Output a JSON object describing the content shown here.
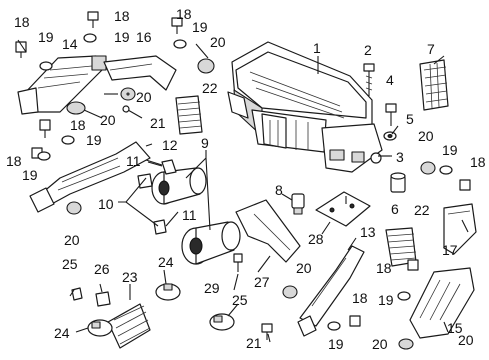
{
  "callouts": {
    "c1": "1",
    "c2": "2",
    "c3": "3",
    "c4": "4",
    "c5": "5",
    "c6": "6",
    "c7": "7",
    "c8": "8",
    "c9": "9",
    "c10": "10",
    "c11a": "11",
    "c11b": "11",
    "c12": "12",
    "c13": "13",
    "c14": "14",
    "c15": "15",
    "c16": "16",
    "c17": "17",
    "c18a": "18",
    "c18b": "18",
    "c18c": "18",
    "c18d": "18",
    "c18e": "18",
    "c18f": "18",
    "c18g": "18",
    "c18h": "18",
    "c19a": "19",
    "c19b": "19",
    "c19c": "19",
    "c19d": "19",
    "c19e": "19",
    "c19f": "19",
    "c19g": "19",
    "c19h": "19",
    "c20a": "20",
    "c20b": "20",
    "c20c": "20",
    "c20d": "20",
    "c20e": "20",
    "c20f": "20",
    "c20g": "20",
    "c20h": "20",
    "c21a": "21",
    "c21b": "21",
    "c22a": "22",
    "c22b": "22",
    "c23": "23",
    "c24a": "24",
    "c24b": "24",
    "c25a": "25",
    "c25b": "25",
    "c26": "26",
    "c27": "27",
    "c28": "28",
    "c29": "29"
  }
}
